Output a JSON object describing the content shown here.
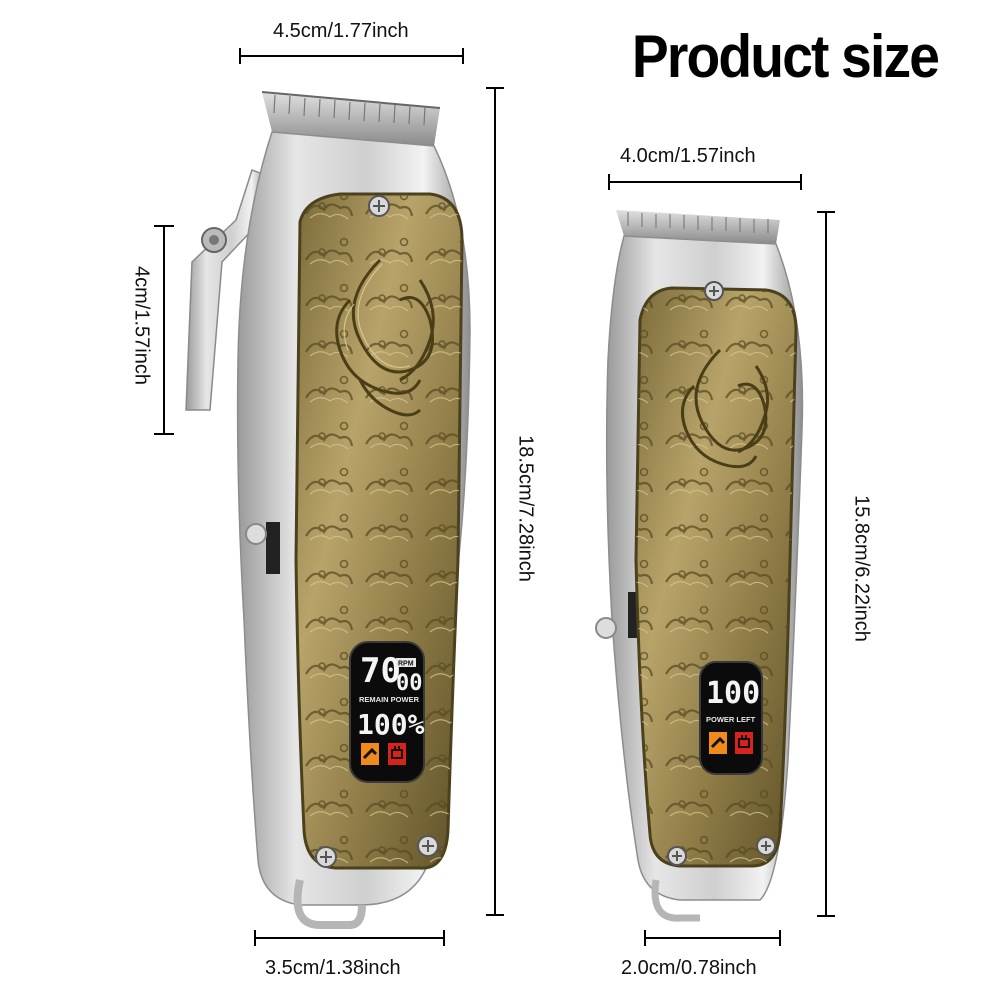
{
  "title": "Product size",
  "dimensions": {
    "large_top_width": "4.5cm/1.77inch",
    "large_blade_height": "4cm/1.57inch",
    "large_length": "18.5cm/7.28inch",
    "large_bottom_width": "3.5cm/1.38inch",
    "small_top_width": "4.0cm/1.57inch",
    "small_length": "15.8cm/6.22inch",
    "small_bottom_width": "2.0cm/0.78inch"
  },
  "large_display": {
    "rpm_value": "70",
    "rpm_suffix": "00",
    "rpm_unit": "RPM",
    "power_label": "REMAIN POWER",
    "power_value": "100%"
  },
  "small_display": {
    "value": "100",
    "power_label": "POWER LEFT"
  },
  "colors": {
    "gold": "#a8935a",
    "silver": "#c9c9c9",
    "lcd": "#0b0b0b",
    "orange_icon": "#f08a1c",
    "red_icon": "#d6231c"
  }
}
